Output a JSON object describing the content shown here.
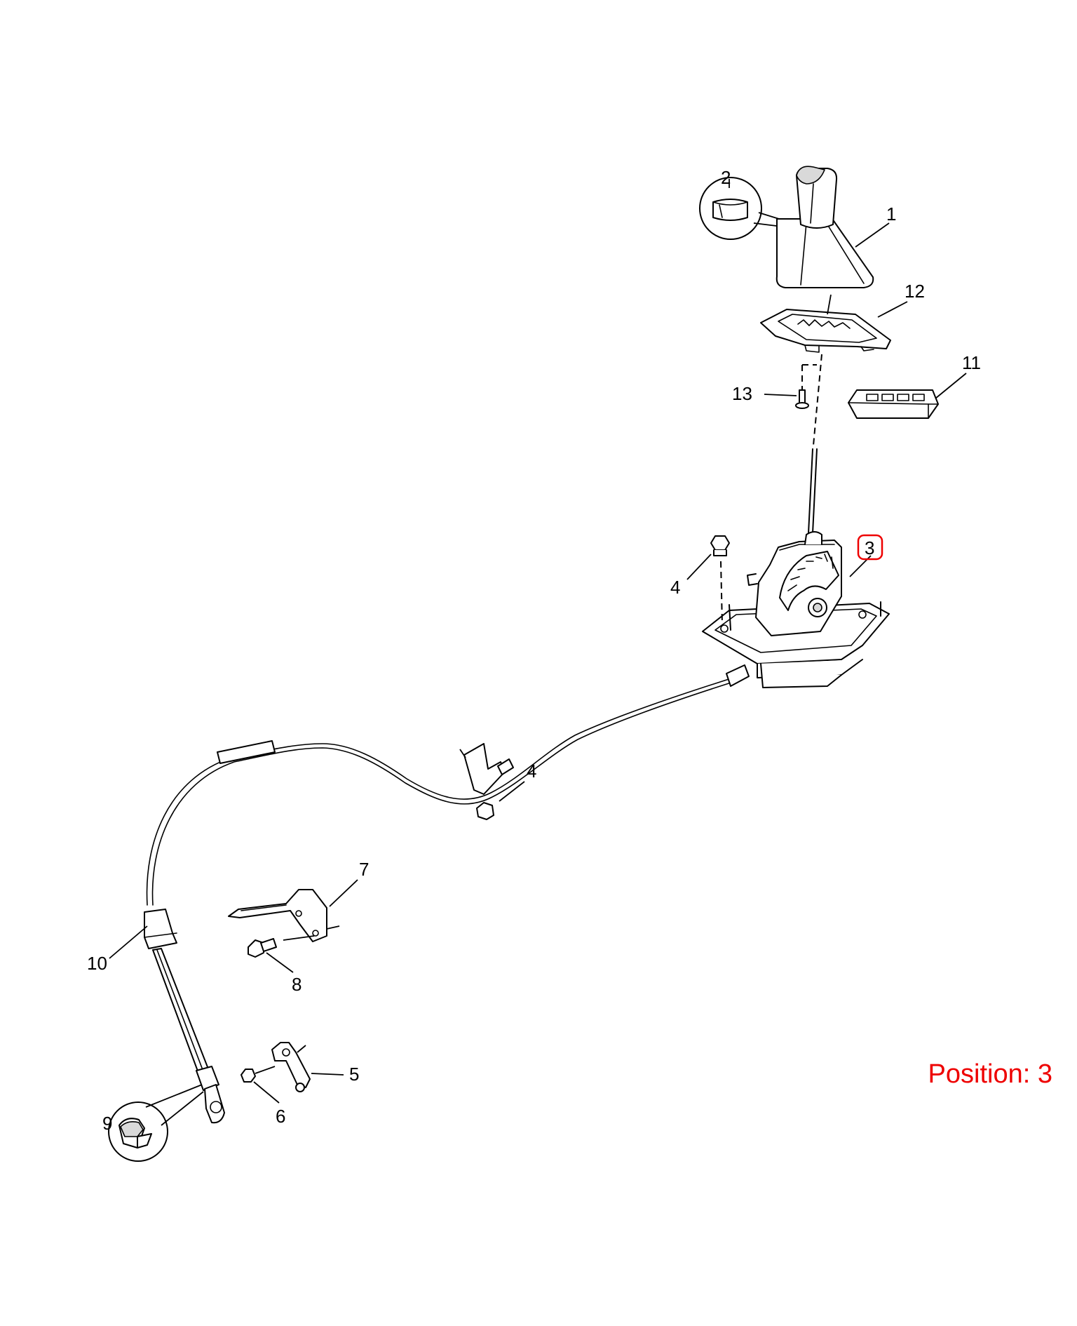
{
  "callouts": [
    {
      "id": "1",
      "label": "1"
    },
    {
      "id": "2",
      "label": "2"
    },
    {
      "id": "3",
      "label": "3",
      "highlighted": true
    },
    {
      "id": "4a",
      "label": "4"
    },
    {
      "id": "4b",
      "label": "4"
    },
    {
      "id": "5",
      "label": "5"
    },
    {
      "id": "6",
      "label": "6"
    },
    {
      "id": "7",
      "label": "7"
    },
    {
      "id": "8",
      "label": "8"
    },
    {
      "id": "9",
      "label": "9"
    },
    {
      "id": "10",
      "label": "10"
    },
    {
      "id": "11",
      "label": "11"
    },
    {
      "id": "12",
      "label": "12"
    },
    {
      "id": "13",
      "label": "13"
    }
  ],
  "position_label": "Position: 3",
  "colors": {
    "highlight": "#ee0000",
    "line": "#000000",
    "background": "#ffffff"
  }
}
